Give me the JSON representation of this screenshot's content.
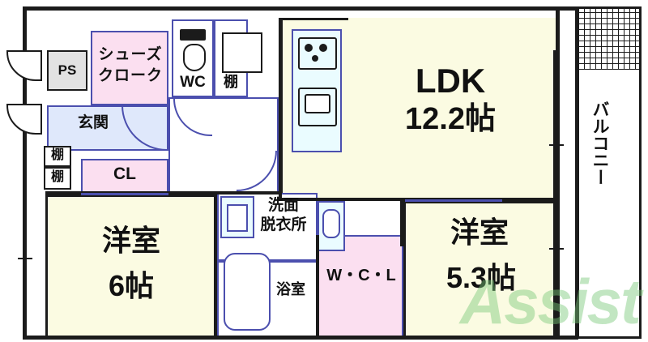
{
  "plan": {
    "watermark": "Assist",
    "rooms": [
      {
        "key": "ldk",
        "label": "LDK",
        "size": "12.2帖",
        "fill": "#fbfbe2"
      },
      {
        "key": "youshitsu_6",
        "label": "洋室",
        "size": "6帖",
        "fill": "#fbfbe2"
      },
      {
        "key": "youshitsu_53",
        "label": "洋室",
        "size": "5.3帖",
        "fill": "#fbfbe2"
      },
      {
        "key": "balcony",
        "label": "バルコニー",
        "size": "",
        "fill": "#ffffff"
      },
      {
        "key": "shoes_cloak",
        "label": "シューズクローク",
        "size": "",
        "fill": "#fbdff0"
      },
      {
        "key": "genkan",
        "label": "玄関",
        "size": "",
        "fill": "#dfe8fb"
      },
      {
        "key": "wc",
        "label": "WC",
        "size": "",
        "fill": "#ffffff"
      },
      {
        "key": "tana_wc",
        "label": "棚",
        "size": "",
        "fill": "#ffffff"
      },
      {
        "key": "tana_1",
        "label": "棚",
        "size": "",
        "fill": "#ffffff"
      },
      {
        "key": "tana_2",
        "label": "棚",
        "size": "",
        "fill": "#ffffff"
      },
      {
        "key": "ps",
        "label": "PS",
        "size": "",
        "fill": "#e2e2e2"
      },
      {
        "key": "cl",
        "label": "CL",
        "size": "",
        "fill": "#fbdff0"
      },
      {
        "key": "senmen",
        "label": "洗面脱衣所",
        "size": "",
        "fill": "#ffffff"
      },
      {
        "key": "yokushitsu",
        "label": "浴室",
        "size": "",
        "fill": "#ffffff"
      },
      {
        "key": "wcl",
        "label": "W・C・L",
        "size": "",
        "fill": "#fbdff0"
      }
    ],
    "labels": {
      "ldk_name": "LDK",
      "ldk_size": "12.2帖",
      "room6_name": "洋室",
      "room6_size": "6帖",
      "room53_name": "洋室",
      "room53_size": "5.3帖",
      "balcony": "バルコニー",
      "shoes_line1": "シューズ",
      "shoes_line2": "クローク",
      "genkan": "玄関",
      "wc": "WC",
      "tana_wc": "棚",
      "tana_left_1": "棚",
      "tana_left_2": "棚",
      "ps": "PS",
      "cl": "CL",
      "senmen_line1": "洗面",
      "senmen_line2": "脱衣所",
      "yokushitsu": "浴室",
      "wcl": "W・C・L"
    },
    "colors": {
      "wall": "#1b1b1b",
      "inner_line": "#4b4fae",
      "tatami_fill": "#fbfbe2",
      "closet_fill": "#fbdff0",
      "entry_fill": "#dfe8fb",
      "ps_fill": "#e2e2e2",
      "watermark": "#8fd08f"
    }
  }
}
